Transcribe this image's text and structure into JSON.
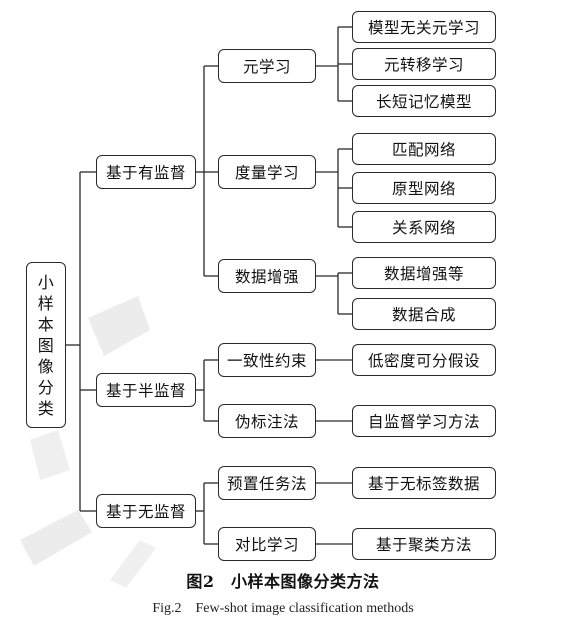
{
  "root": {
    "chars": [
      "小",
      "样",
      "本",
      "图",
      "像",
      "分",
      "类"
    ]
  },
  "level1": [
    {
      "label": "基于有监督"
    },
    {
      "label": "基于半监督"
    },
    {
      "label": "基于无监督"
    }
  ],
  "level2": [
    {
      "label": "元学习"
    },
    {
      "label": "度量学习"
    },
    {
      "label": "数据增强"
    },
    {
      "label": "一致性约束"
    },
    {
      "label": "伪标注法"
    },
    {
      "label": "预置任务法"
    },
    {
      "label": "对比学习"
    }
  ],
  "level3": [
    {
      "label": "模型无关元学习"
    },
    {
      "label": "元转移学习"
    },
    {
      "label": "长短记忆模型"
    },
    {
      "label": "匹配网络"
    },
    {
      "label": "原型网络"
    },
    {
      "label": "关系网络"
    },
    {
      "label": "数据增强等"
    },
    {
      "label": "数据合成"
    },
    {
      "label": "低密度可分假设"
    },
    {
      "label": "自监督学习方法"
    },
    {
      "label": "基于无标签数据"
    },
    {
      "label": "基于聚类方法"
    }
  ],
  "caption": {
    "chinese": "图2　小样本图像分类方法",
    "english": "Fig.2　Few-shot image classification methods"
  },
  "colors": {
    "line": "#2a2a2a",
    "text": "#111111",
    "watermark": "#e6e6e6"
  }
}
